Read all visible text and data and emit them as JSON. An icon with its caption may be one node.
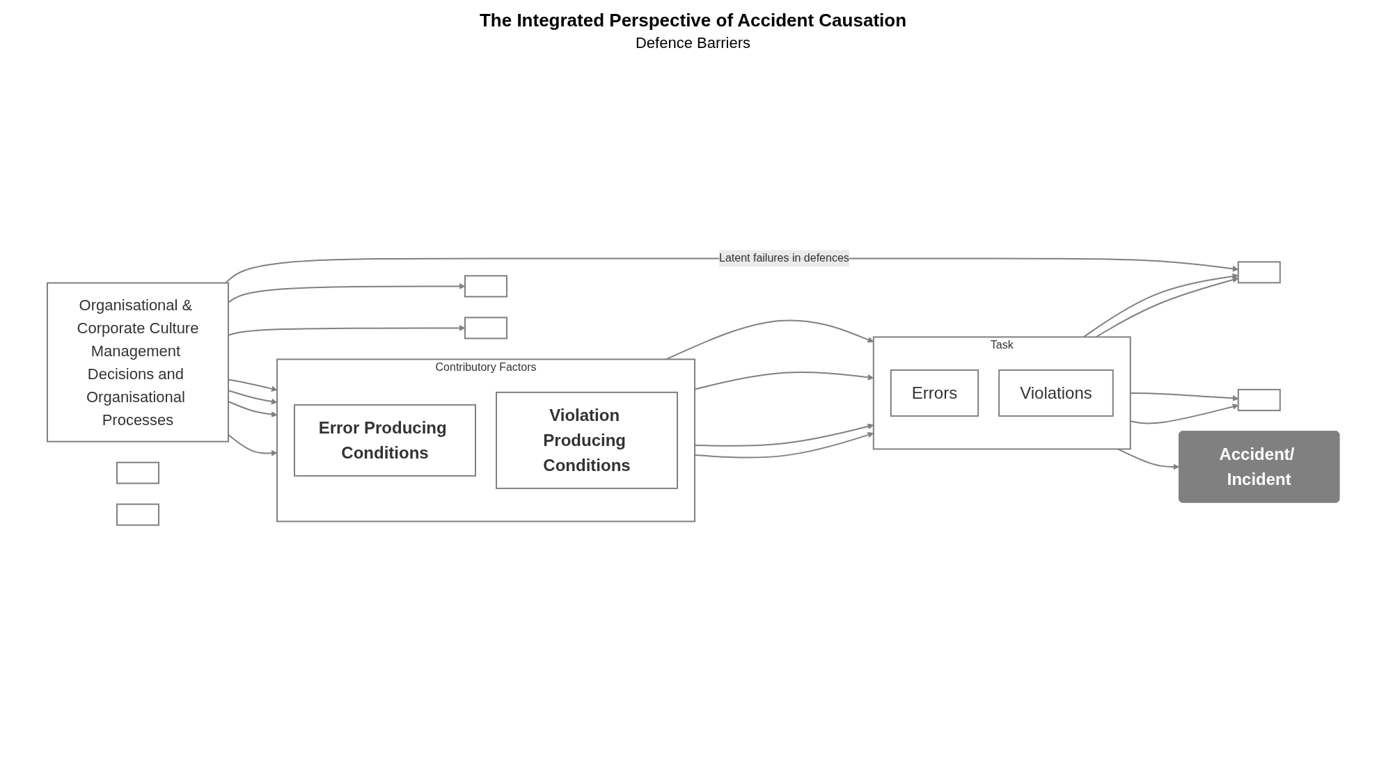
{
  "diagram": {
    "title": "The Integrated Perspective of Accident Causation",
    "nodes": [
      {
        "text": [
          "Organisational & Corporate Culture",
          "Management Decisions and Organisational Processes"
        ]
      },
      {
        "text": [
          "Contributory Factors"
        ]
      },
      {
        "text": [
          "Error Producing Conditions"
        ],
        "in": 1
      },
      {
        "text": [
          "Violation Producing Conditions"
        ],
        "in": 1
      },
      {
        "text": [
          "Task"
        ]
      },
      {
        "text": [
          "Errors"
        ],
        "in": 4
      },
      {
        "text": [
          "Violations"
        ],
        "in": 4
      },
      {
        "text": [],
        "shape": "bar"
      },
      {
        "text": [],
        "shape": "bar"
      },
      {
        "text": [],
        "shape": "bar"
      },
      {
        "text": [],
        "shape": "bar"
      },
      {
        "text": [],
        "shape": "bar"
      },
      {
        "text": [],
        "shape": "bar"
      },
      {
        "text": [
          "Accident/ Incident"
        ]
      }
    ],
    "edges": [
      {
        "from": 0,
        "to": 1,
        "arrow": "to"
      },
      {
        "from": 0,
        "to": 1,
        "arrow": "to"
      },
      {
        "from": 0,
        "to": 1,
        "arrow": "to"
      },
      {
        "from": 0,
        "to": 1,
        "arrow": "to"
      },
      {
        "from": 1,
        "to": 4,
        "arrow": "to"
      },
      {
        "from": 1,
        "to": 4,
        "arrow": "to"
      },
      {
        "from": 1,
        "to": 4,
        "arrow": "to"
      },
      {
        "from": 1,
        "to": 4,
        "arrow": "to"
      },
      {
        "from": 4,
        "to": 7,
        "arrow": "to"
      },
      {
        "from": 4,
        "to": 7,
        "arrow": "to"
      },
      {
        "from": 4,
        "to": 13,
        "arrow": "to"
      },
      {
        "from": 4,
        "to": 10,
        "arrow": "to"
      },
      {
        "from": 4,
        "to": 10,
        "arrow": "to"
      },
      {
        "from": 0,
        "to": 10,
        "arrow": "to",
        "label": "Latent failures in defences"
      },
      {
        "from": 0,
        "to": 11,
        "arrow": "to"
      },
      {
        "from": 0,
        "to": 12,
        "arrow": "to"
      }
    ],
    "labels": [
      "Defence Barriers"
    ]
  }
}
